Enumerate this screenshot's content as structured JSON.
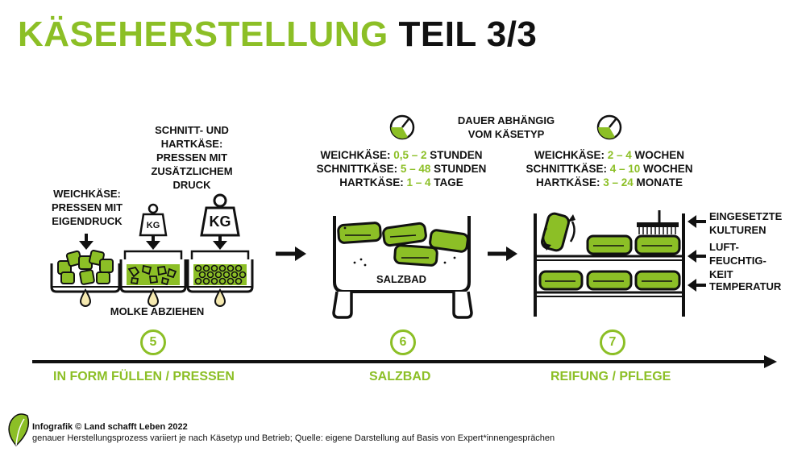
{
  "title": {
    "part1": "KÄSEHERSTELLUNG",
    "part2": "TEIL 3/3"
  },
  "step5": {
    "weich": "WEICHKÄSE:\nPRESSEN MIT\nEIGENDRUCK",
    "schnitt": "SCHNITT- UND\nHARTKÄSE:\nPRESSEN MIT\nZUSÄTZLICHEM\nDRUCK",
    "kg_small": "KG",
    "kg_large": "KG",
    "molke": "MOLKE ABZIEHEN",
    "number": "5",
    "label": "IN FORM FÜLLEN / PRESSEN"
  },
  "step6": {
    "lines": [
      {
        "name": "WEICHKÄSE: ",
        "value": "0,5 – 2",
        "unit": " STUNDEN"
      },
      {
        "name": "SCHNITTKÄSE: ",
        "value": "5 – 48",
        "unit": " STUNDEN"
      },
      {
        "name": "HARTKÄSE: ",
        "value": "1 – 4",
        "unit": " TAGE"
      }
    ],
    "bath": "SALZBAD",
    "number": "6",
    "label": "SALZBAD"
  },
  "dauer": "DAUER ABHÄNGIG\nVOM KÄSETYP",
  "step7": {
    "lines": [
      {
        "name": "WEICHKÄSE: ",
        "value": "2 – 4",
        "unit": " WOCHEN"
      },
      {
        "name": "SCHNITTKÄSE: ",
        "value": "4 – 10",
        "unit": " WOCHEN"
      },
      {
        "name": "HARTKÄSE: ",
        "value": "3 – 24",
        "unit": " MONATE"
      }
    ],
    "factors": [
      "EINGESETZTE\nKULTUREN",
      "LUFT-\nFEUCHTIG-\nKEIT",
      "TEMPERATUR"
    ],
    "number": "7",
    "label": "REIFUNG / PFLEGE"
  },
  "footer": {
    "credit": "Infografik © Land schafft Leben 2022",
    "note": "genauer Herstellungsprozess variiert je nach Käsetyp und Betrieb; Quelle: eigene Darstellung auf Basis von Expert*innengesprächen"
  },
  "colors": {
    "accent": "#8cbf26",
    "ink": "#111111"
  }
}
